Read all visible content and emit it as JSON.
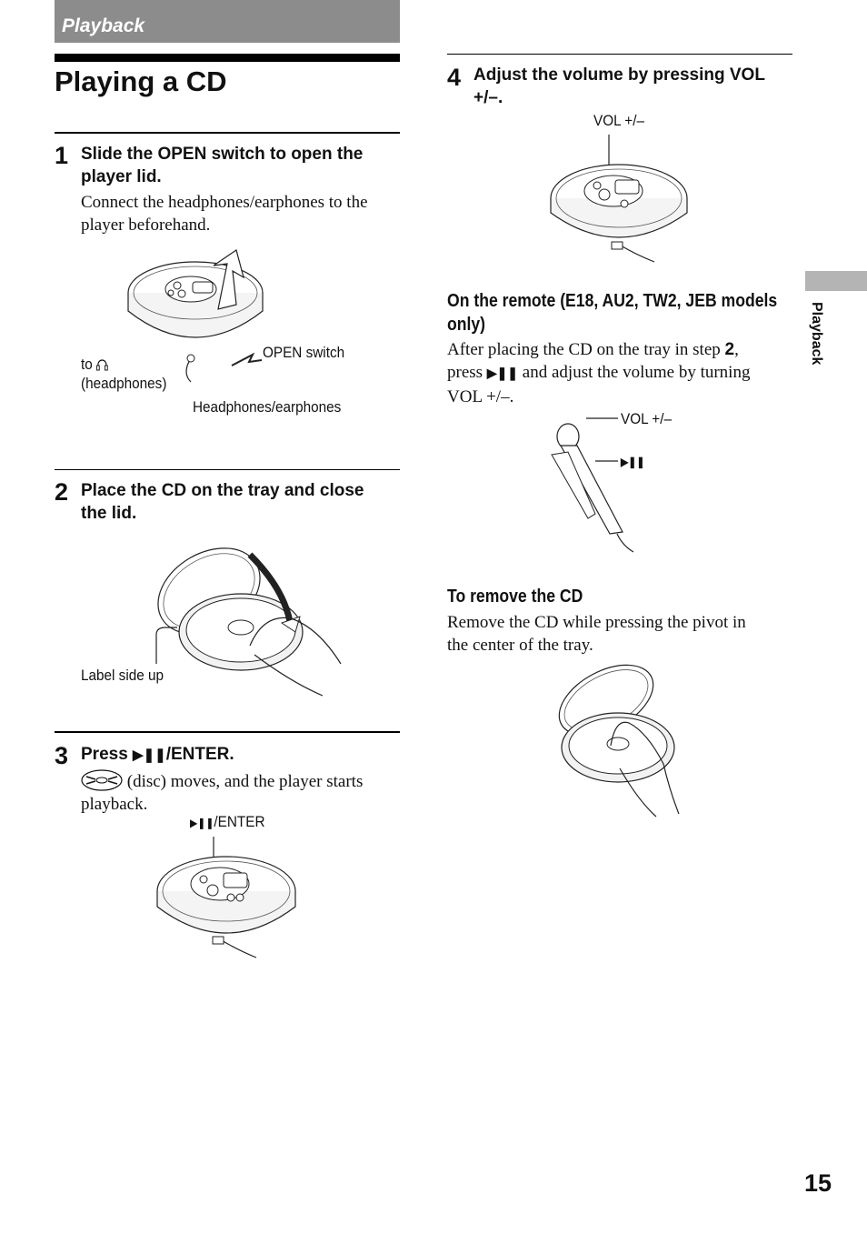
{
  "header": {
    "section": "Playback"
  },
  "page_title": "Playing a CD",
  "steps": [
    {
      "num": "1",
      "head_line1": "Slide the OPEN switch to open the",
      "head_line2": "player lid.",
      "body_line1": "Connect the headphones/earphones to the",
      "body_line2": "player beforehand.",
      "labels": {
        "open_switch": "OPEN switch",
        "to": "to",
        "headphones": "(headphones)",
        "headphones_earphones": "Headphones/earphones"
      }
    },
    {
      "num": "2",
      "head_line1": "Place the CD on the tray and close",
      "head_line2": "the lid.",
      "labels": {
        "label_side": "Label side up"
      }
    },
    {
      "num": "3",
      "head_prefix": "Press ",
      "head_suffix": "/ENTER.",
      "body_line1": " (disc) moves, and the player starts",
      "body_line2": "playback.",
      "labels": {
        "enter": "/ENTER"
      }
    },
    {
      "num": "4",
      "head_line1": "Adjust the volume by pressing VOL",
      "head_line2": "+/–.",
      "labels": {
        "vol": "VOL +/–"
      }
    }
  ],
  "remote": {
    "head_line1": "On the remote (E18, AU2, TW2, JEB models",
    "head_line2": "only)",
    "body_line1_a": "After placing the CD on the tray in step ",
    "body_line1_b": "2",
    "body_line1_c": ",",
    "body_line2_a": "press ",
    "body_line2_b": " and adjust the volume by turning",
    "body_line3": "VOL +/–.",
    "labels": {
      "vol": "VOL +/–"
    }
  },
  "remove": {
    "head": "To remove the CD",
    "body_line1": "Remove the CD while pressing the pivot in",
    "body_line2": "the center of the tray."
  },
  "side_tab": {
    "label": "Playback"
  },
  "page_number": "15",
  "colors": {
    "section_bar": "#8c8c8c",
    "side_tab": "#b4b4b4",
    "text": "#111111"
  },
  "icons": [
    "play-pause-icon",
    "headphones-icon",
    "disc-spin-icon"
  ]
}
